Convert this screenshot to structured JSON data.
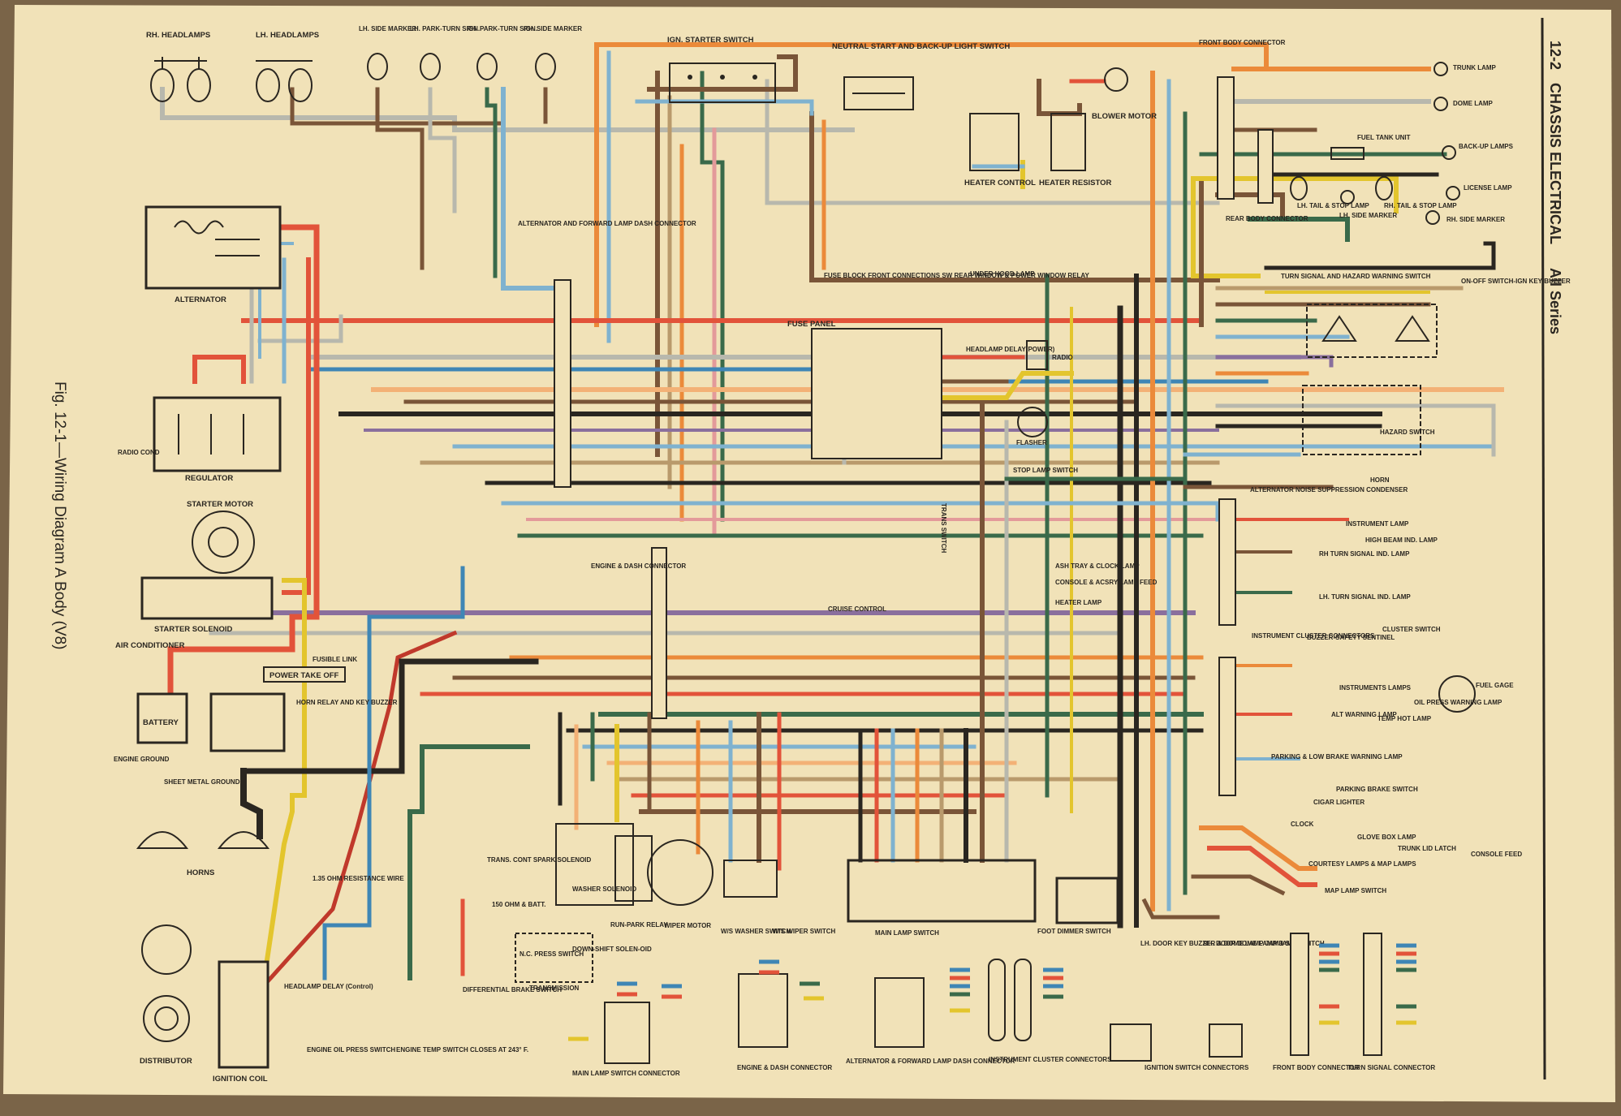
{
  "header": {
    "page_number": "12-2",
    "section": "CHASSIS ELECTRICAL",
    "series": "All Series",
    "figure_caption": "Fig. 12-1—Wiring Diagram A Body (V8)"
  },
  "colors": {
    "paper": "#f1e2b8",
    "wire_red": "#e2533a",
    "wire_orange": "#eb8a3a",
    "wire_lt_orange": "#f3b176",
    "wire_yellow": "#e3c52d",
    "wire_lt_blue": "#7fb2cf",
    "wire_blue": "#3f86b5",
    "wire_green": "#4f8c62",
    "wire_dk_green": "#3a6a4a",
    "wire_brown": "#7a5538",
    "wire_tan": "#b99a6c",
    "wire_gray": "#b8b8ad",
    "wire_purple": "#8a6f9d",
    "wire_pink": "#e39a9a",
    "wire_black": "#2a2620"
  },
  "components": {
    "rh_headlamps": "RH. HEADLAMPS",
    "lh_headlamps": "LH. HEADLAMPS",
    "lh_side_marker": "LH. SIDE MARKER",
    "lh_park_turn": "LH. PARK-TURN SIGN.",
    "rh_park_turn": "RH. PARK-TURN SIGN.",
    "rh_side_marker": "RH. SIDE MARKER",
    "ign_starter_switch": "IGN. STARTER SWITCH",
    "neutral_start": "NEUTRAL START AND BACK-UP LIGHT SWITCH",
    "front_body_connector": "FRONT BODY CONNECTOR",
    "blower_motor": "BLOWER MOTOR",
    "heater_control": "HEATER CONTROL",
    "heater_resistor": "HEATER RESISTOR",
    "trunk_lamp": "TRUNK LAMP",
    "dome_lamp": "DOME LAMP",
    "fuel_tank_unit": "FUEL TANK UNIT",
    "back_up_lamps": "BACK-UP LAMPS",
    "license_lamp": "LICENSE LAMP",
    "lh_tail_stop": "LH. TAIL & STOP LAMP",
    "lh_side_marker_rear": "LH. SIDE MARKER",
    "rh_tail_stop": "RH. TAIL & STOP LAMP",
    "rh_side_marker_rear": "RH. SIDE MARKER",
    "rear_body_connector": "REAR BODY CONNECTOR",
    "alternator": "ALTERNATOR",
    "alternator_dash_connector": "ALTERNATOR AND FORWARD LAMP DASH CONNECTOR",
    "fuse_block_note": "FUSE BLOCK FRONT CONNECTIONS SW REAR WINDOW & POWER WINDOW RELAY",
    "under_hood_lamp": "UNDER HOOD LAMP",
    "turn_signal_switch": "TURN SIGNAL AND HAZARD WARNING SWITCH",
    "on_off_switch": "ON-OFF SWITCH-IGN KEY-BUZZER",
    "fuse_panel": "FUSE PANEL",
    "headlamp_delay_power": "HEADLAMP DELAY(POWER)",
    "radio": "RADIO",
    "flasher": "FLASHER",
    "stop_lamp_switch": "STOP LAMP SWITCH",
    "hazard_switch": "HAZARD SWITCH",
    "horn": "HORN",
    "alt_noise_condenser": "ALTERNATOR NOISE SUPPRESSION CONDENSER",
    "regulator": "REGULATOR",
    "radio_cond": "RADIO COND",
    "starter_motor": "STARTER MOTOR",
    "starter_solenoid": "STARTER SOLENOID",
    "air_conditioner": "AIR CONDITIONER",
    "fusible_link": "FUSIBLE LINK",
    "power_take_off": "POWER TAKE OFF",
    "battery": "BATTERY",
    "horn_relay": "HORN RELAY AND KEY BUZZER",
    "engine_ground": "ENGINE GROUND",
    "sheet_metal_ground": "SHEET METAL GROUND",
    "horns": "HORNS",
    "engine_dash_connector": "ENGINE & DASH CONNECTOR",
    "trans_switch": "TRANS SWITCH",
    "cruise_control": "CRUISE CONTROL",
    "ash_tray": "ASH TRAY & CLOCK LAMP",
    "console": "CONSOLE & ACSRY LAMP FEED",
    "heater_lamp": "HEATER LAMP",
    "instrument_lamp": "INSTRUMENT LAMP",
    "high_beam": "HIGH BEAM IND. LAMP",
    "rh_turn_ind": "RH TURN SIGNAL IND. LAMP",
    "lh_turn_ind": "LH. TURN SIGNAL IND. LAMP",
    "instrument_cluster_conn": "INSTRUMENT CLUSTER CONNECTORS",
    "buzzer_safety": "BUZZER-SAFETY SENTINEL",
    "cluster_switch": "CLUSTER SWITCH",
    "instruments_lamps": "INSTRUMENTS LAMPS",
    "fuel_gage": "FUEL GAGE",
    "alt_warning": "ALT WARNING LAMP",
    "temp_hot": "TEMP HOT LAMP",
    "oil_press": "OIL PRESS WARNING LAMP",
    "parking_brake_warning": "PARKING & LOW BRAKE WARNING LAMP",
    "parking_brake_switch": "PARKING BRAKE SWITCH",
    "cigar_lighter": "CIGAR LIGHTER",
    "clock": "CLOCK",
    "glove_box": "GLOVE BOX LAMP",
    "trunk_lid": "TRUNK LID LATCH",
    "console_feed": "CONSOLE FEED",
    "courtesy": "COURTESY LAMPS & MAP LAMPS",
    "map_lamp": "MAP LAMP SWITCH",
    "trans_cont": "TRANS. CONT SPARK SOLENOID",
    "ohm_150": "150 OHM & BATT.",
    "washer_solenoid": "WASHER SOLENOID",
    "run_park_relay": "RUN-PARK RELAY",
    "wiper_motor": "WIPER MOTOR",
    "ws_washer": "W/S WASHER SWITCH",
    "ws_wiper": "W/S WIPER SWITCH",
    "nc_press": "N.C. PRESS SWITCH",
    "downshift": "DOWN-SHIFT SOLEN-OID",
    "transmission": "TRANSMISSION",
    "main_lamp_switch": "MAIN LAMP SWITCH",
    "foot_dimmer": "FOOT DIMMER SWITCH",
    "lh_door_key": "LH. DOOR KEY BUZZER & DOME LAMP JAMB SWITCH",
    "rh_door": "RH. DOOR DOME LAMP JAMB SWITCH",
    "resistance_wire": "1.35 OHM RESISTANCE WIRE",
    "headlamp_delay_control": "HEADLAMP DELAY (Control)",
    "differential": "DIFFERENTIAL BRAKE SWITCH",
    "distributor": "DISTRIBUTOR",
    "ignition_coil": "IGNITION COIL",
    "engine_oil": "ENGINE OIL PRESS SWITCH",
    "engine_temp": "ENGINE TEMP SWITCH CLOSES AT 243° F.",
    "main_lamp_conn": "MAIN LAMP SWITCH CONNECTOR",
    "engine_dash_conn": "ENGINE & DASH CONNECTOR",
    "alt_fwd_conn": "ALTERNATOR & FORWARD LAMP DASH CONNECTOR",
    "instrument_conn": "INSTRUMENT CLUSTER CONNECTORS",
    "ignition_conn": "IGNITION SWITCH CONNECTORS",
    "front_body_conn": "FRONT BODY CONNECTOR",
    "turn_signal_conn": "TURN SIGNAL CONNECTOR"
  }
}
